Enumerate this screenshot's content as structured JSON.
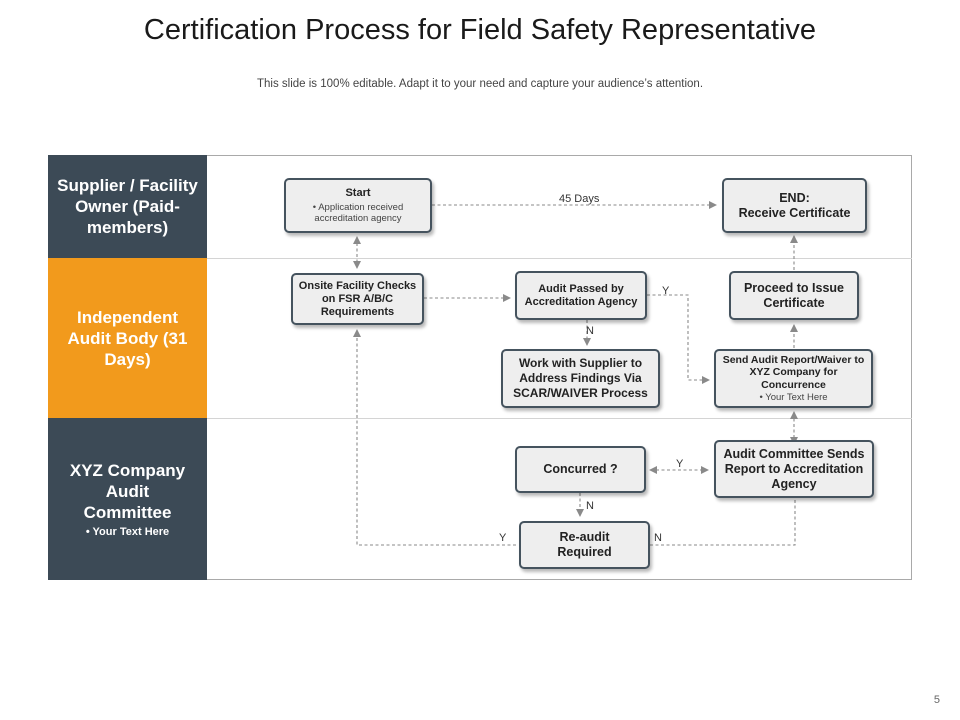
{
  "header": {
    "title": "Certification Process for Field Safety Representative",
    "subtitle": "This slide is 100% editable. Adapt it to your need and capture your audience’s attention."
  },
  "lanes": [
    {
      "label": "Supplier / Facility Owner (Paid-members)",
      "bullet": ""
    },
    {
      "label": "Independent Audit Body (31 Days)",
      "bullet": ""
    },
    {
      "label": "XYZ Company Audit Committee",
      "bullet": "•   Your Text Here"
    }
  ],
  "nodes": {
    "start": {
      "title": "Start",
      "bullet": "•    Application received accreditation agency"
    },
    "end": {
      "line1": "END:",
      "line2": "Receive Certificate"
    },
    "onsite": {
      "label": "Onsite Facility Checks on FSR A/B/C Requirements"
    },
    "audit_passed": {
      "label": "Audit Passed by Accreditation Agency"
    },
    "proceed": {
      "label": "Proceed to Issue Certificate"
    },
    "work_with": {
      "label": "Work with Supplier to Address Findings Via SCAR/WAIVER Process"
    },
    "send_report": {
      "title": "Send Audit Report/Waiver to XYZ Company for Concurrence",
      "bullet": "•    Your Text Here"
    },
    "concurred": {
      "label": "Concurred ?"
    },
    "committee_sends": {
      "label": "Audit Committee Sends Report to Accreditation Agency"
    },
    "reaudit": {
      "label": "Re-audit Required"
    }
  },
  "edge_labels": {
    "days": "45 Days",
    "passed_yes": "Y",
    "passed_no": "N",
    "concurred_yes": "Y",
    "concurred_no": "N",
    "reaudit_yes": "Y",
    "reaudit_no": "N"
  },
  "colors": {
    "lane_dark": "#3c4a56",
    "lane_orange": "#f29a1c",
    "box_border": "#45535e",
    "box_fill": "#eeeeee",
    "connector": "#8a8a8a"
  },
  "page_number": "5"
}
